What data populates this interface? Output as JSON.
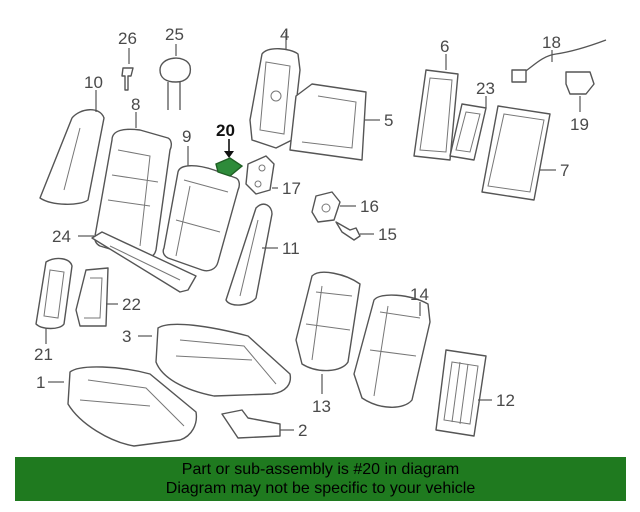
{
  "diagram": {
    "highlight_color": "#2e8b3a",
    "callouts": {
      "c1": "1",
      "c2": "2",
      "c3": "3",
      "c4": "4",
      "c5": "5",
      "c6": "6",
      "c7": "7",
      "c8": "8",
      "c9": "9",
      "c10": "10",
      "c11": "11",
      "c12": "12",
      "c13": "13",
      "c14": "14",
      "c15": "15",
      "c16": "16",
      "c17": "17",
      "c18": "18",
      "c19": "19",
      "c20": "20",
      "c21": "21",
      "c22": "22",
      "c23": "23",
      "c24": "24",
      "c25": "25",
      "c26": "26"
    }
  },
  "banner": {
    "line1": "Part or sub-assembly is #20 in diagram",
    "line2": "Diagram may not be specific to your vehicle",
    "color": "#1f7a1f"
  }
}
